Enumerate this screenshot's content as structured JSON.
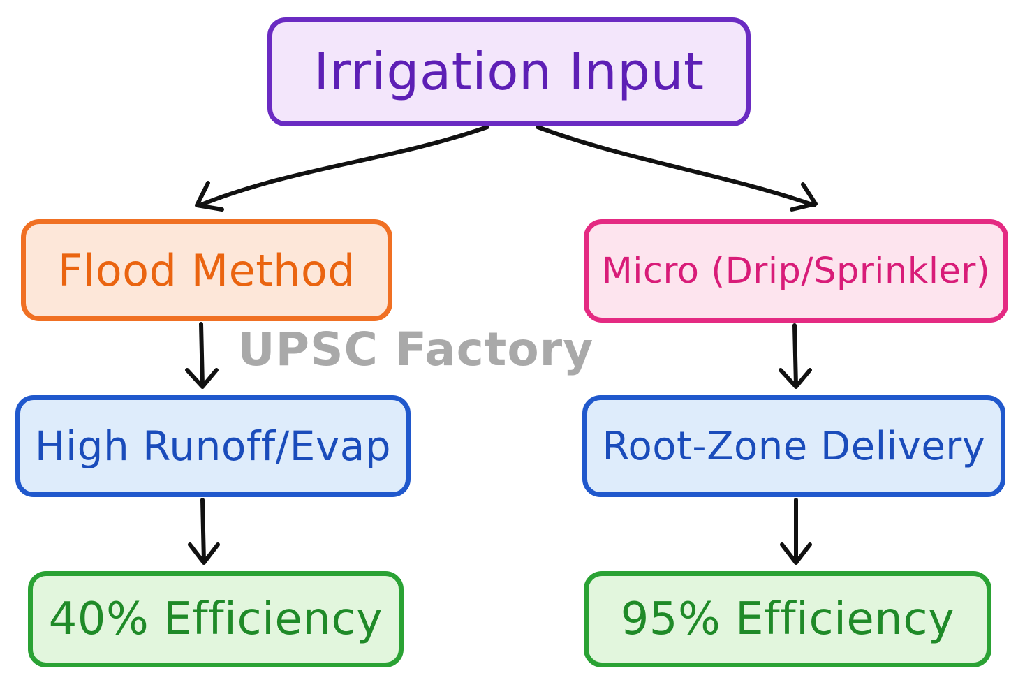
{
  "nodes": {
    "root": {
      "label": "Irrigation Input"
    },
    "flood": {
      "label": "Flood Method"
    },
    "micro": {
      "label": "Micro (Drip/Sprinkler)"
    },
    "runoff": {
      "label": "High Runoff/Evap"
    },
    "root_zone": {
      "label": "Root-Zone Delivery"
    },
    "eff_40": {
      "label": "40% Efficiency"
    },
    "eff_95": {
      "label": "95% Efficiency"
    }
  },
  "edges": [
    {
      "from": "root",
      "to": "flood"
    },
    {
      "from": "root",
      "to": "micro"
    },
    {
      "from": "flood",
      "to": "runoff"
    },
    {
      "from": "micro",
      "to": "root_zone"
    },
    {
      "from": "runoff",
      "to": "eff_40"
    },
    {
      "from": "root_zone",
      "to": "eff_95"
    }
  ],
  "watermark": "UPSC Factory",
  "colors": {
    "root": "#6a2bc2",
    "flood": "#f07023",
    "micro": "#e42a82",
    "mechanism": "#2058cc",
    "outcome": "#2aa234",
    "arrow": "#111111",
    "watermark": "#a9a9a9"
  }
}
